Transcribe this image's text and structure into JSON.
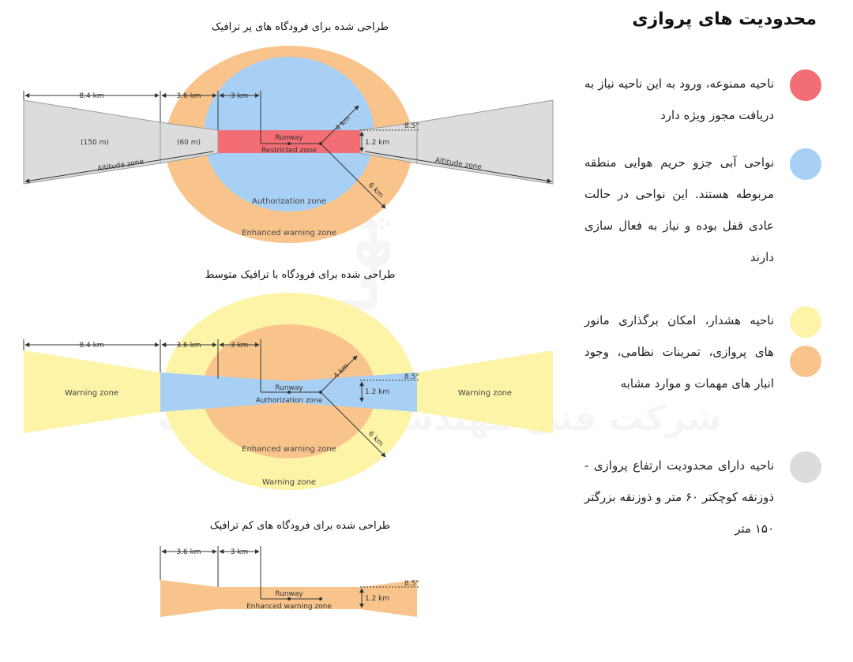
{
  "legend": {
    "title": "محدودیت های پروازی",
    "items": [
      {
        "text": "ناحیه ممنوعه، ورود به این ناحیه نیاز به دریافت مجوز ویژه دارد",
        "colors": [
          "#f26d74"
        ]
      },
      {
        "text": "نواحی آبی جزو حریم هوایی منطقه مربوطه هستند. این نواحی در حالت عادی قفل بوده و نیاز به فعال سازی دارند",
        "colors": [
          "#a8d0f5"
        ]
      },
      {
        "text": "ناحیه هشدار، امکان برگذاری مانور های پروازی، تمرینات نظامی، وجود انبار های مهمات و موارد مشابه",
        "colors": [
          "#fdf4a7",
          "#f9c48c"
        ]
      },
      {
        "text": "ناحیه دارای محدودیت ارتفاع پروازی - ذوزنقه کوچکتر ۶۰ متر و ذوزنقه بزرگتر ۱۵۰ متر",
        "colors": [
          "#dcdcdc"
        ]
      }
    ]
  },
  "watermark": {
    "line1": "آپهباد",
    "line2": "شرکت فنی مهندسی آوین صنعت"
  },
  "colors": {
    "restricted": "#f26d74",
    "authorization": "#a8d0f5",
    "enhanced_warning": "#f9c48c",
    "warning": "#fdf4a7",
    "altitude": "#dcdcdc"
  },
  "diagram_high": {
    "title": "طراحی شده برای فرودگاه های پر ترافیک",
    "dim_outer": "8.4 km",
    "dim_mid": "3.6 km",
    "dim_inner": "3 km",
    "radius_inner": "4 km",
    "radius_outer": "6 km",
    "width": "1.2 km",
    "angle": "8.5°",
    "runway": "Runway",
    "restricted": "Restricted zone",
    "authorization": "Authorization zone",
    "enhanced": "Enhanced warning zone",
    "altitude_left": "Altitude zone",
    "altitude_right": "Altitude zone",
    "height_large": "(150 m)",
    "height_small": "(60 m)"
  },
  "diagram_medium": {
    "title": "طراحی شده برای فرودگاه با ترافیک متوسط",
    "dim_outer": "8.4 km",
    "dim_mid": "3.6 km",
    "dim_inner": "3 km",
    "radius_inner": "4 km",
    "radius_outer": "6 km",
    "width": "1.2 km",
    "angle": "8.5°",
    "runway": "Runway",
    "authorization": "Authorization zone",
    "enhanced": "Enhanced warning zone",
    "warning_outer": "Warning zone",
    "warning_left": "Warning zone",
    "warning_right": "Warning zone"
  },
  "diagram_low": {
    "title": "طراحی شده برای فرودگاه های کم ترافیک",
    "dim_mid": "3.6 km",
    "dim_inner": "3 km",
    "width": "1.2 km",
    "angle": "8.5°",
    "runway": "Runway",
    "enhanced": "Enhanced warning zone"
  }
}
